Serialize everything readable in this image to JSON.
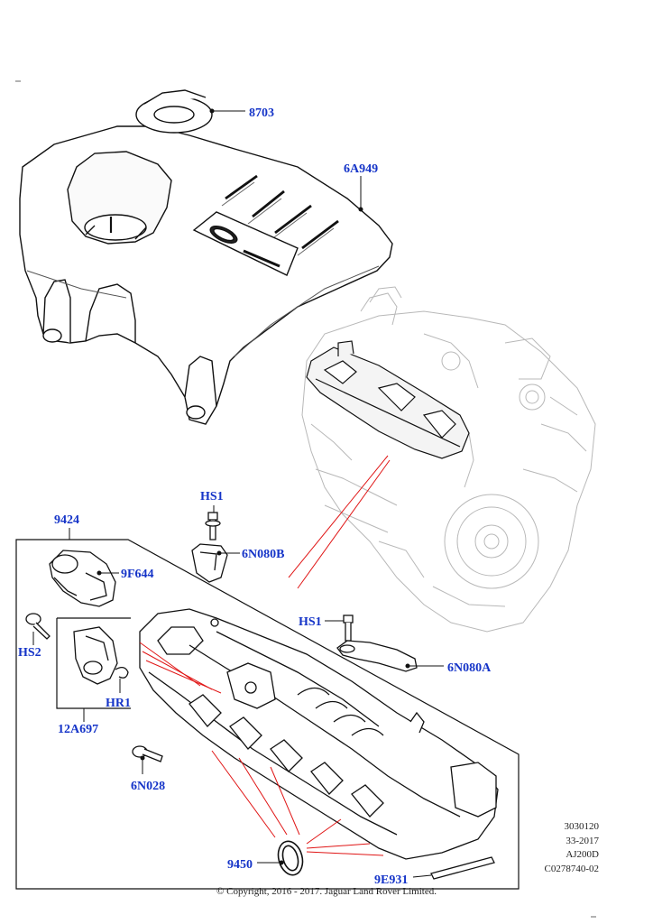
{
  "callouts": {
    "c8703": "8703",
    "c6a949": "6A949",
    "chs1_top": "HS1",
    "c6n080b": "6N080B",
    "c9424": "9424",
    "c9f644": "9F644",
    "chs1_right": "HS1",
    "chs2": "HS2",
    "c6n080a": "6N080A",
    "chr1": "HR1",
    "c12a697": "12A697",
    "c6n028": "6N028",
    "c9450": "9450",
    "c9e931": "9E931"
  },
  "meta": {
    "line1": "3030120",
    "line2": "33-2017",
    "line3": "AJ200D",
    "line4": "C0278740-02"
  },
  "copyright": "© Copyright, 2016 - 2017. Jaguar Land Rover Limited.",
  "colors": {
    "callout": "#1534c8",
    "leader": "#e01515",
    "line": "#111111",
    "ghost": "#b8b8b8"
  }
}
